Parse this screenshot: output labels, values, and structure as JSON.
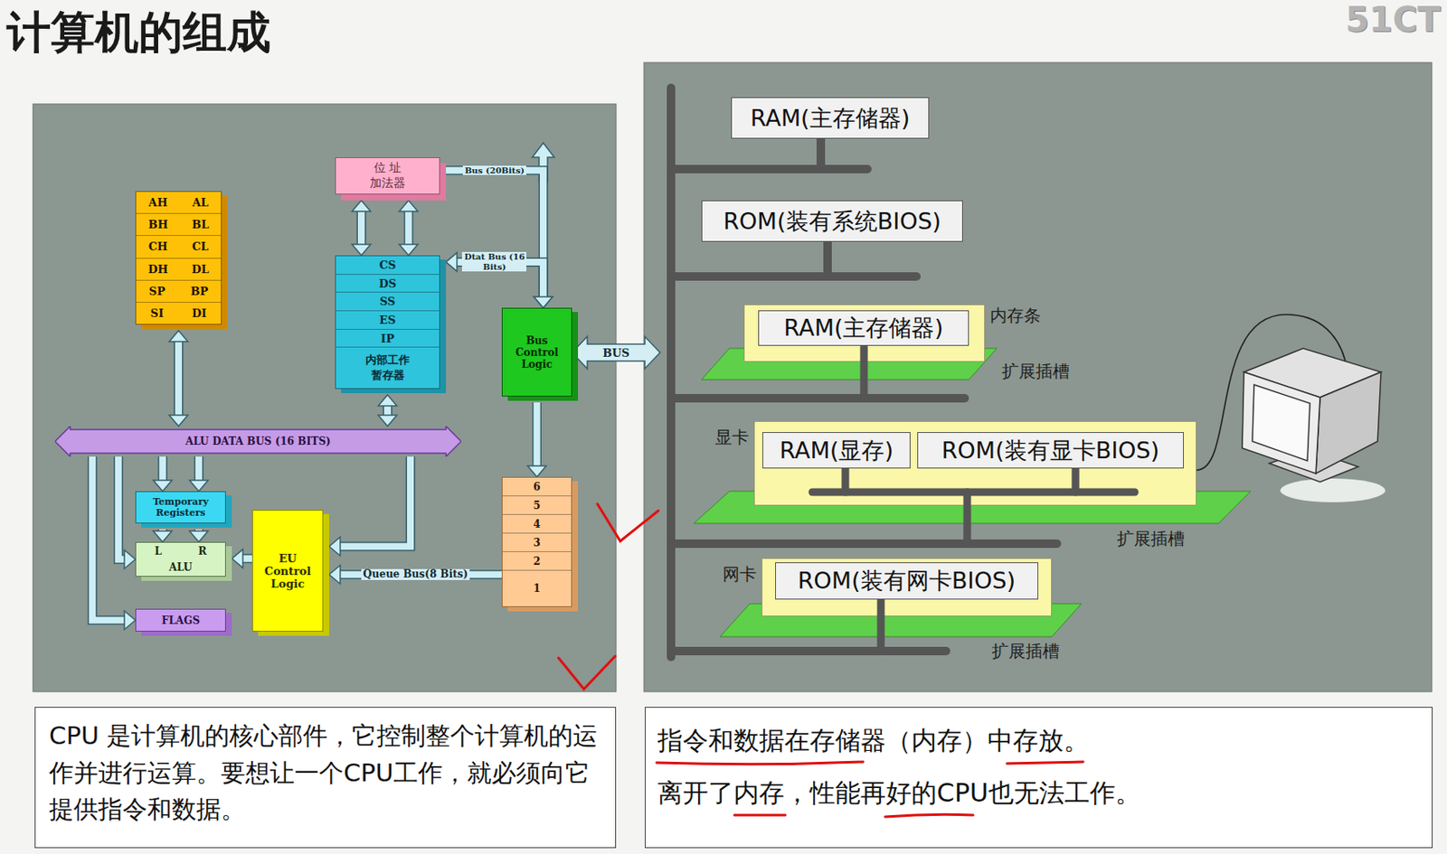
{
  "diagram": {
    "title": "计算机的组成",
    "nodes": [
      {
        "text": [
          "AH",
          "AL",
          "BH",
          "BL",
          "CH",
          "CL",
          "DH",
          "DL",
          "SP",
          "BP",
          "SI",
          "DI"
        ]
      },
      {
        "text": [
          "位 址 加法器"
        ]
      },
      {
        "text": [
          "CS",
          "DS",
          "SS",
          "ES",
          "IP",
          "内部工作 暂存器"
        ]
      },
      {
        "text": [
          "Bus Control Logic"
        ]
      },
      {
        "text": [
          "ALU DATA BUS (16 BITS)"
        ]
      },
      {
        "text": [
          "Temporary Registers"
        ]
      },
      {
        "text": [
          "L",
          "R",
          "ALU"
        ]
      },
      {
        "text": [
          "FLAGS"
        ]
      },
      {
        "text": [
          "EU Control Logic"
        ]
      },
      {
        "text": [
          "6",
          "5",
          "4",
          "3",
          "2",
          "1"
        ]
      },
      {
        "text": [
          "RAM(主存储器)"
        ]
      },
      {
        "text": [
          "ROM(装有系统BIOS)"
        ]
      },
      {
        "text": [
          "内存条"
        ]
      },
      {
        "text": [
          "RAM(主存储器)"
        ],
        "in": 12
      },
      {
        "text": [
          "显卡"
        ]
      },
      {
        "text": [
          "RAM(显存)"
        ],
        "in": 14
      },
      {
        "text": [
          "ROM(装有显卡BIOS)"
        ],
        "in": 14
      },
      {
        "text": [
          "网卡"
        ]
      },
      {
        "text": [
          "ROM(装有网卡BIOS)"
        ],
        "in": 17
      },
      {
        "text": [
          "CPU 是计算机的核心部件，它控制整个计算机的运作并进行运算。要想让一个CPU工作，就必须向它提供指令和数据。"
        ]
      },
      {
        "text": [
          "指令和数据在存储器（内存）中存放。",
          "离开了内存，性能再好的CPU也无法工作。"
        ]
      }
    ],
    "edges": [
      {
        "from": 0,
        "to": 4,
        "arrow": "both"
      },
      {
        "from": 1,
        "to": 2,
        "arrow": "both"
      },
      {
        "from": 1,
        "to": 2,
        "arrow": "both"
      },
      {
        "from": 2,
        "to": 4,
        "arrow": "both"
      },
      {
        "from": 1,
        "to": 3,
        "label": "Bus (20Bits)",
        "arrow": "to"
      },
      {
        "from": 2,
        "to": 3,
        "label": "Dtat Bus (16 Bits)",
        "arrow": "both"
      },
      {
        "from": 3,
        "to": 9,
        "arrow": "to"
      },
      {
        "from": 9,
        "to": 8,
        "label": "Queue Bus(8 Bits)",
        "arrow": "to"
      },
      {
        "from": 4,
        "to": 5,
        "arrow": "to"
      },
      {
        "from": 4,
        "to": 5,
        "arrow": "to"
      },
      {
        "from": 5,
        "to": 6,
        "arrow": "to"
      },
      {
        "from": 5,
        "to": 6,
        "arrow": "to"
      },
      {
        "from": 4,
        "to": 6,
        "arrow": "to"
      },
      {
        "from": 4,
        "to": 7,
        "arrow": "to"
      },
      {
        "from": 8,
        "to": 6,
        "arrow": "to"
      },
      {
        "from": 4,
        "to": 8,
        "arrow": "to"
      }
    ],
    "labels": [
      "51CT",
      "BUS",
      "扩展插槽",
      "扩展插槽",
      "扩展插槽"
    ]
  }
}
